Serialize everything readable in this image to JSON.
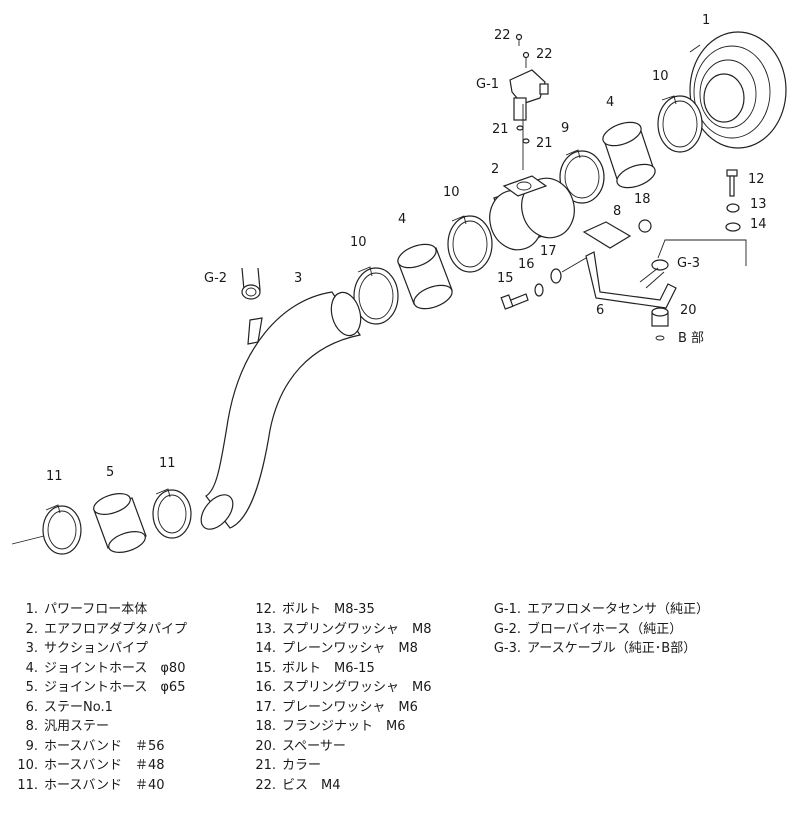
{
  "callouts": {
    "c1": "1",
    "c2": "2",
    "c3": "3",
    "c4a": "4",
    "c4b": "4",
    "c5": "5",
    "c6": "6",
    "c8": "8",
    "c9": "9",
    "c10a": "10",
    "c10b": "10",
    "c10c": "10",
    "c11a": "11",
    "c11b": "11",
    "c12": "12",
    "c13": "13",
    "c14": "14",
    "c15": "15",
    "c16": "16",
    "c17": "17",
    "c18": "18",
    "c20": "20",
    "c21a": "21",
    "c21b": "21",
    "c22a": "22",
    "c22b": "22",
    "cG1": "G-1",
    "cG2": "G-2",
    "cG3": "G-3",
    "cB": "B 部"
  },
  "legend": {
    "col1": [
      {
        "num": "1.",
        "name": "パワーフロー本体"
      },
      {
        "num": "2.",
        "name": "エアフロアダプタパイプ"
      },
      {
        "num": "3.",
        "name": "サクションパイプ"
      },
      {
        "num": "4.",
        "name": "ジョイントホース　φ80"
      },
      {
        "num": "5.",
        "name": "ジョイントホース　φ65"
      },
      {
        "num": "6.",
        "name": "ステーNo.1"
      },
      {
        "num": "8.",
        "name": "汎用ステー"
      },
      {
        "num": "9.",
        "name": "ホースバンド　＃56"
      },
      {
        "num": "10.",
        "name": "ホースバンド　＃48"
      },
      {
        "num": "11.",
        "name": "ホースバンド　＃40"
      }
    ],
    "col2": [
      {
        "num": "12.",
        "name": "ボルト　M8-35"
      },
      {
        "num": "13.",
        "name": "スプリングワッシャ　M8"
      },
      {
        "num": "14.",
        "name": "プレーンワッシャ　M8"
      },
      {
        "num": "15.",
        "name": "ボルト　M6-15"
      },
      {
        "num": "16.",
        "name": "スプリングワッシャ　M6"
      },
      {
        "num": "17.",
        "name": "プレーンワッシャ　M6"
      },
      {
        "num": "18.",
        "name": "フランジナット　M6"
      },
      {
        "num": "20.",
        "name": "スペーサー"
      },
      {
        "num": "21.",
        "name": "カラー"
      },
      {
        "num": "22.",
        "name": "ビス　M4"
      }
    ],
    "col3": [
      {
        "num": "G-1.",
        "name": "エアフロメータセンサ（純正）"
      },
      {
        "num": "G-2.",
        "name": "ブローバイホース（純正）"
      },
      {
        "num": "G-3.",
        "name": "アースケーブル（純正･B部）"
      }
    ]
  }
}
